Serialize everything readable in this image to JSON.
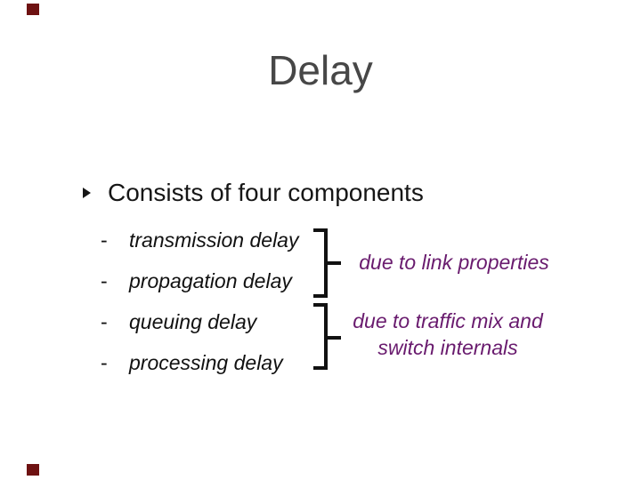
{
  "slide": {
    "title": "Delay",
    "bullet": {
      "label": "Consists of four components"
    },
    "sub_items": [
      {
        "dash": "-",
        "label": "transmission delay"
      },
      {
        "dash": "-",
        "label": "propagation delay"
      },
      {
        "dash": "-",
        "label": "queuing delay"
      },
      {
        "dash": "-",
        "label": "processing delay"
      }
    ],
    "annotations": [
      {
        "lines": [
          "due to link properties"
        ]
      },
      {
        "lines": [
          "due to traffic mix and",
          "switch internals"
        ]
      }
    ],
    "icons": {
      "bullet": "right-triangle"
    },
    "colors": {
      "background": "#ffffff",
      "title": "#474747",
      "body_text": "#111111",
      "annotation_text": "#691b6e",
      "bracket": "#111111",
      "corner_mark": "#6e1212"
    }
  }
}
